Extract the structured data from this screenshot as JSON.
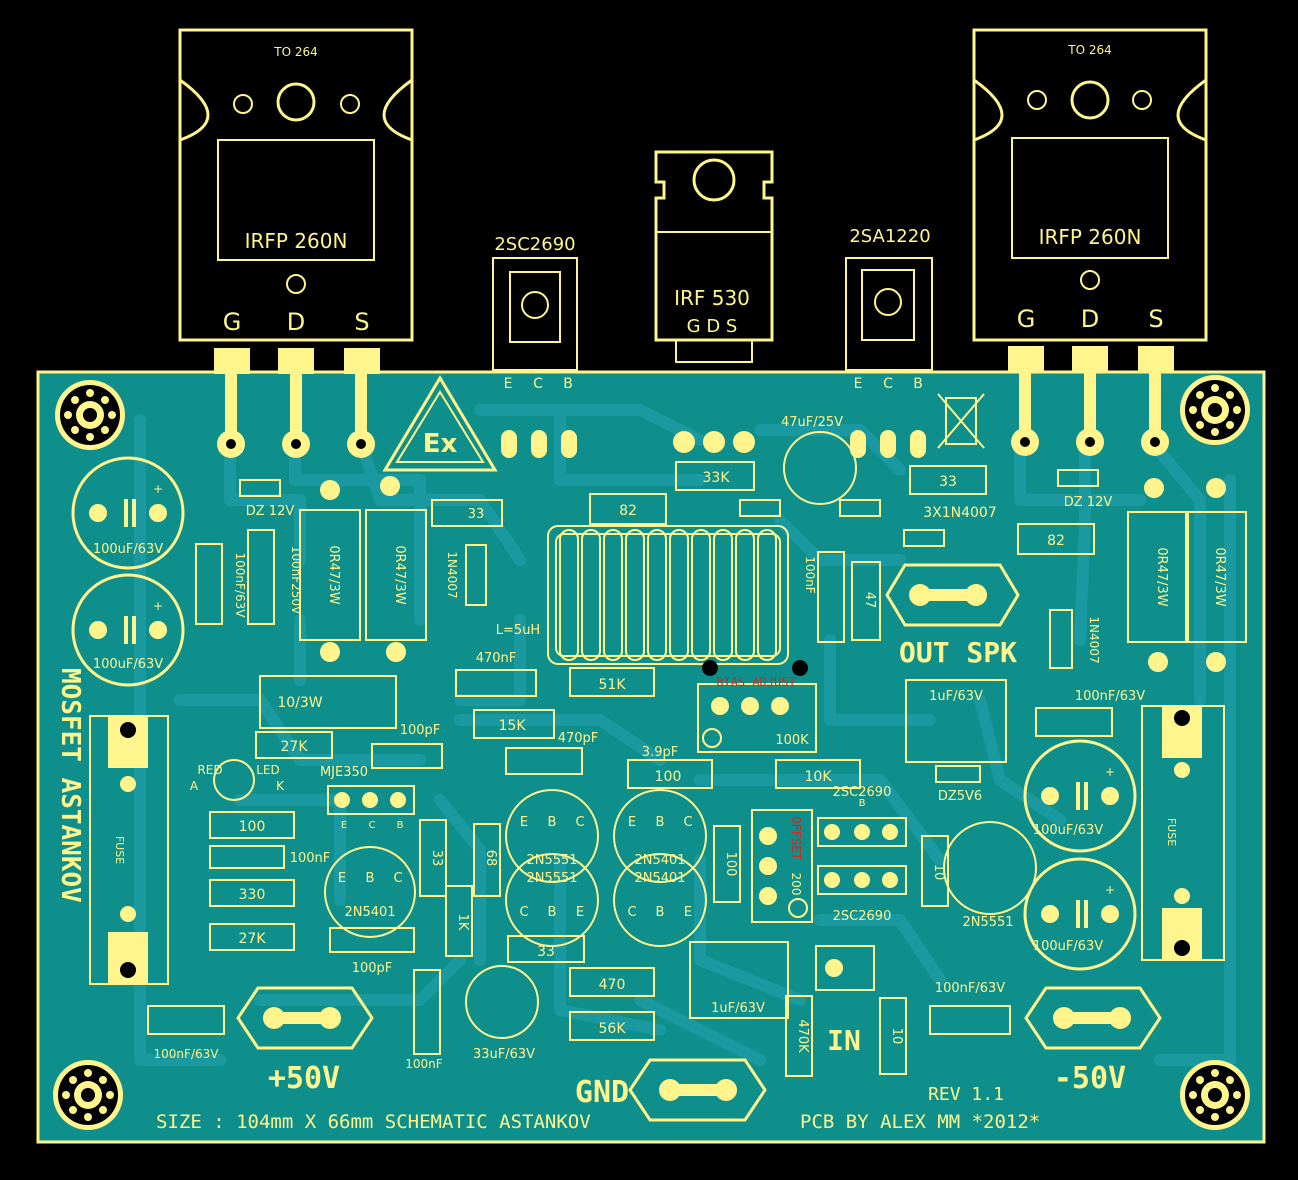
{
  "colors": {
    "background": "#000000",
    "board": "#0f8f8c",
    "copper": "#1a9aa0",
    "silk": "#fff58c",
    "accent": "#e0201c"
  },
  "transistors_top": {
    "left_package": "TO 264",
    "left_part": "IRFP 260N",
    "right_package": "TO 264",
    "right_part": "IRFP 260N",
    "pin_g": "G",
    "pin_d": "D",
    "pin_s": "S",
    "driver_left": "2SC2690",
    "driver_center": "IRF 530",
    "driver_right": "2SA1220",
    "center_pins": "G D S",
    "pin_e": "E",
    "pin_c": "C",
    "pin_b": "B"
  },
  "labels": {
    "title_side": "MOSFET ASTANKOV",
    "out": "OUT SPK",
    "bias": "BIAS ADJUST",
    "offset": "OFFSET",
    "plus": "+50V",
    "minus": "-50V",
    "gnd": "GND",
    "in": "IN",
    "rev": "REV 1.1",
    "size": "SIZE : 104mm X 66mm  SCHEMATIC  ASTANKOV",
    "pcb_by": "PCB BY ALEX MM *2012*",
    "fuse": "FUSE",
    "led_red": "RED",
    "led_led": "LED",
    "led_a": "A",
    "led_k": "K",
    "inductor": "L=5uH"
  },
  "components": {
    "c_100uf_63v": "100uF/63V",
    "c_100nf_63v": "100nF/63V",
    "c_100nf_250v": "100nF250V",
    "r_0r47": "0R47/3W",
    "dz12": "DZ 12V",
    "d_1n4007": "1N4007",
    "r33": "33",
    "r82": "82",
    "r33k": "33K",
    "c47uf": "47uF/25V",
    "d3x": "3X1N4007",
    "c100nf": "100nF",
    "r47": "47",
    "c470nf": "470nF",
    "r51k": "51K",
    "r10_3w": "10/3W",
    "r27k": "27K",
    "c100pf": "100pF",
    "r15k": "15K",
    "c470pf": "470pF",
    "p100k": "100K",
    "c1uf": "1uF/63V",
    "c3_9pf": "3.9pF",
    "r100": "100",
    "r10k": "10K",
    "dz5v6": "DZ5V6",
    "mje350": "MJE350",
    "r68": "68",
    "q2n5551": "2N5551",
    "q2n5401": "2N5401",
    "q2sc2690": "2SC2690",
    "p200": "200",
    "r10": "10",
    "r330": "330",
    "r1k": "1K",
    "r470": "470",
    "r56k": "56K",
    "c33uf": "33uF/63V",
    "r470k": "470K"
  }
}
